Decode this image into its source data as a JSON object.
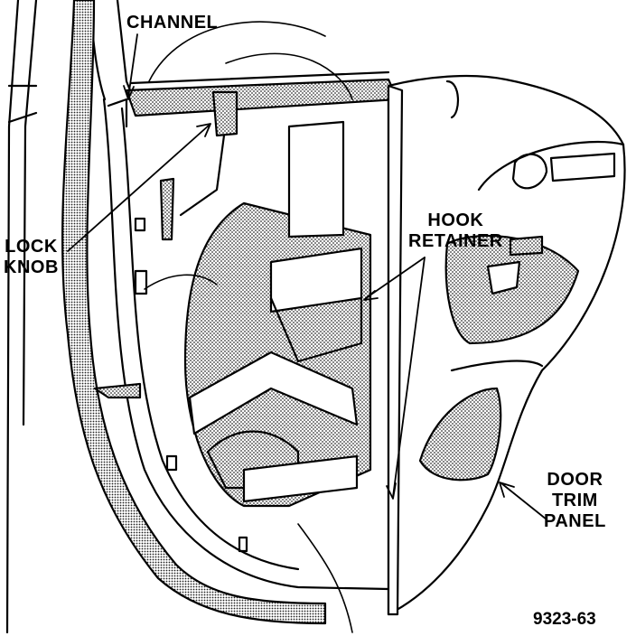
{
  "labels": {
    "channel": "CHANNEL",
    "lock_knob": "LOCK\nKNOB",
    "hook_retainer": "HOOK\nRETAINER",
    "door_trim_panel": "DOOR\nTRIM\nPANEL"
  },
  "figure_number": "9323-63",
  "colors": {
    "ink": "#000000",
    "paper": "#ffffff",
    "stipple": "#555555"
  }
}
